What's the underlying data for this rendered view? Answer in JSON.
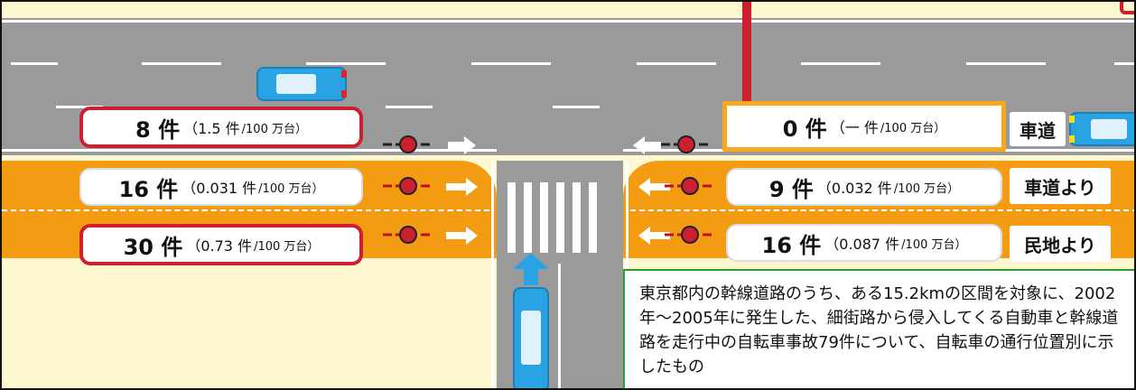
{
  "labels": {
    "car_lane_left": {
      "count": "8 件",
      "rate_open": "（1.5 件",
      "rate_unit": "/100 万台）"
    },
    "sidewalk_top_left": {
      "count": "16 件",
      "rate_open": "（0.031 件",
      "rate_unit": "/100 万台）"
    },
    "sidewalk_bottom_left": {
      "count": "30 件",
      "rate_open": "（0.73 件",
      "rate_unit": "/100 万台）"
    },
    "car_lane_right": {
      "count": "0 件",
      "rate_open": "（一 件",
      "rate_unit": "/100 万台）"
    },
    "sidewalk_top_right": {
      "count": "9 件",
      "rate_open": "（0.032 件",
      "rate_unit": "/100 万台）"
    },
    "sidewalk_bottom_right": {
      "count": "16 件",
      "rate_open": "（0.087 件",
      "rate_unit": "/100 万台）"
    }
  },
  "side_labels": {
    "roadway": "車道",
    "from_roadway": "車道より",
    "from_private_land": "民地より"
  },
  "note_text": "東京都内の幹線道路のうち、ある15.2kmの区間を対象に、2002年～2005年に発生した、細街路から侵入してくる自動車と幹線道路を走行中の自転車事故79件について、自転車の通行位置別に示したもの",
  "colors": {
    "road": "#9a9a9a",
    "sidewalk": "#f39c12",
    "highlight_red": "#cc1f2f",
    "highlight_gold": "#f7a81b",
    "note_border": "#2aa02a",
    "car": "#29a3e3"
  },
  "icons": [
    "car-icon",
    "bicycle-icon",
    "arrow-right-icon",
    "arrow-left-icon",
    "arrow-up-icon"
  ]
}
